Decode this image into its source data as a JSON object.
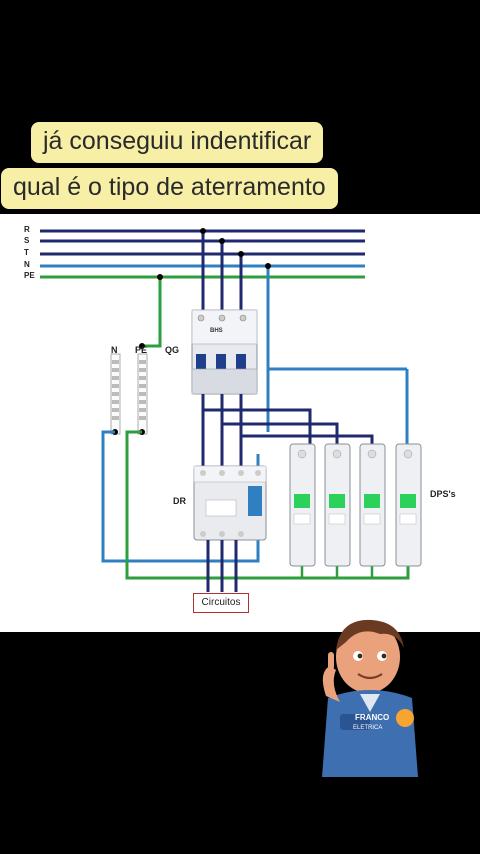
{
  "caption": {
    "line1": "já  conseguiu indentificar",
    "line2": "qual é o tipo de aterramento"
  },
  "diagram": {
    "wire_labels": [
      "R",
      "S",
      "T",
      "N",
      "PE"
    ],
    "busbar_labels": {
      "neutral": "N",
      "earth": "PE"
    },
    "components": {
      "main_breaker": "QG",
      "residual_device": "DR",
      "surge_protectors": "DPS's",
      "output": "Circuitos"
    },
    "device_brand": "BHS",
    "colors": {
      "phase": "#1f2a6e",
      "neutral": "#2f7fc1",
      "earth": "#2e9e3e",
      "background": "#ffffff"
    }
  },
  "mascot": {
    "badge_line1": "FRANCO",
    "badge_line2": "ELETRICA"
  }
}
